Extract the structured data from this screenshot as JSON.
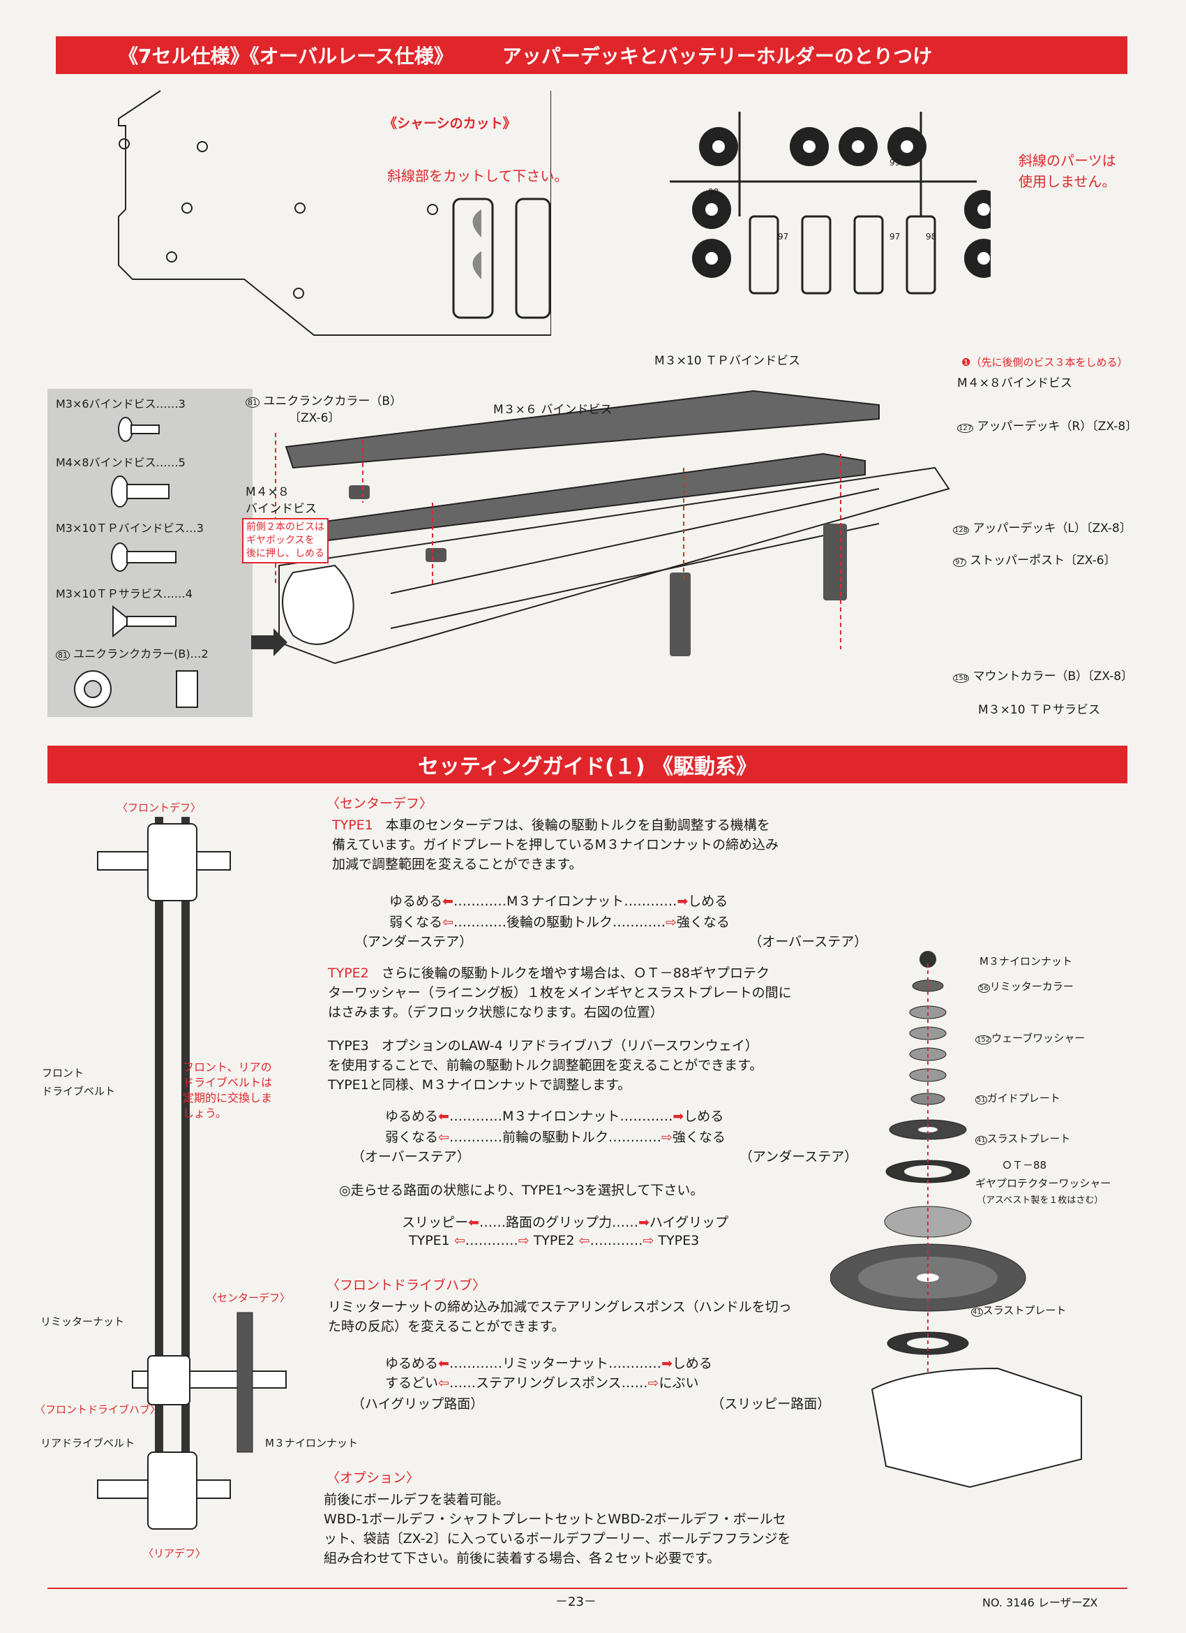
{
  "header": {
    "banner_left": "《7セル仕様》《オーバルレース仕様》",
    "banner_right": "アッパーデッキとバッテリーホルダーのとりつけ"
  },
  "chassis_cut": {
    "title": "《シャーシのカット》",
    "instruction": "斜線部をカットして下さい。"
  },
  "sprue": {
    "note_line1": "斜線のパーツは",
    "note_line2": "使用しません。",
    "labels": [
      "99",
      "98",
      "97",
      "97",
      "98"
    ]
  },
  "parts_list": [
    {
      "name": "M3×6バインドビス……3"
    },
    {
      "name": "M4×8バインドビス……5"
    },
    {
      "name": "M3×10ＴＰバインドビス…3"
    },
    {
      "name": "M3×10ＴＰサラビス……4"
    },
    {
      "name": "ユニクランクカラー(B)…2",
      "num": "81"
    }
  ],
  "assembly": {
    "label_m3x10_bind": "M３×10 ＴＰバインドビス",
    "label_warn": "（先に後側のビス３本をしめる）",
    "label_m4x8_right": "M４×８バインドビス",
    "label_unicrank": "ユニクランクカラー（B）",
    "label_unicrank_num": "81",
    "label_unicrank_code": "〔ZX-6〕",
    "label_m3x6": "M３×６ バインドビス",
    "label_m4x8_left1": "M４×８",
    "label_m4x8_left2": "バインドビス",
    "label_front_note": [
      "前側２本のビスは",
      "ギヤボックスを",
      "後に押し、しめる"
    ],
    "label_upper_r": "アッパーデッキ（R）〔ZX-8〕",
    "label_upper_r_num": "127",
    "label_upper_l": "アッパーデッキ（L）〔ZX-8〕",
    "label_upper_l_num": "128",
    "label_stopper": "ストッパーポスト〔ZX-6〕",
    "label_stopper_num": "97",
    "label_mount": "マウントカラー（B）〔ZX-8〕",
    "label_mount_num": "158",
    "label_m3x10_sara": "M３×10 ＴＰサラビス"
  },
  "setting": {
    "banner": "セッティングガイド(１) 《駆動系》",
    "diagram": {
      "front_diff": "〈フロントデフ〉",
      "front_belt1": "フロント",
      "front_belt2": "ドライブベルト",
      "belt_note": [
        "フロント、リアの",
        "ドライブベルトは",
        "定期的に交換しま",
        "しょう。"
      ],
      "center_diff": "〈センターデフ〉",
      "limiter_nut": "リミッターナット",
      "front_hub": "〈フロントドライブハブ〉",
      "rear_belt": "リアドライブベルト",
      "m3_nylon": "M３ナイロンナット",
      "rear_diff": "〈リアデフ〉"
    },
    "center_diff": {
      "heading": "〈センターデフ〉",
      "type1_label": "TYPE1",
      "type1_text": [
        "本車のセンターデフは、後輪の駆動トルクを自動調整する機構を",
        "備えています。ガイドプレートを押しているM３ナイロンナットの締め込み",
        "加減で調整範囲を変えることができます。"
      ],
      "row1": {
        "left": "ゆるめる",
        "mid": "M３ナイロンナット",
        "right": "しめる"
      },
      "row2": {
        "left": "弱くなる",
        "mid": "後輪の駆動トルク",
        "right": "強くなる"
      },
      "row3": {
        "left": "（アンダーステア）",
        "right": "（オーバーステア）"
      },
      "type2_label": "TYPE2",
      "type2_text": [
        "さらに後輪の駆動トルクを増やす場合は、ＯＴ－88ギヤプロテク",
        "ターワッシャー（ライニング板）１枚をメインギヤとスラストプレートの間に",
        "はさみます。（デフロック状態になります。右図の位置）"
      ],
      "type3_label": "TYPE3",
      "type3_text": [
        "オプションのLAW-4 リアドライブハブ（リバースワンウェイ）",
        "を使用することで、前輪の駆動トルク調整範囲を変えることができます。",
        "TYPE1と同様、M３ナイロンナットで調整します。"
      ],
      "row4": {
        "left": "ゆるめる",
        "mid": "M３ナイロンナット",
        "right": "しめる"
      },
      "row5": {
        "left": "弱くなる",
        "mid": "前輪の駆動トルク",
        "right": "強くなる"
      },
      "row6": {
        "left": "（オーバーステア）",
        "right": "（アンダーステア）"
      },
      "select": "◎走らせる路面の状態により、TYPE1～3を選択して下さい。",
      "row7": {
        "left": "スリッピー",
        "mid": "路面のグリップ力",
        "right": "ハイグリップ"
      },
      "row8": {
        "a": "TYPE1",
        "b": "TYPE2",
        "c": "TYPE3"
      }
    },
    "front_hub": {
      "heading": "〈フロントドライブハブ〉",
      "text": [
        "リミッターナットの締め込み加減でステアリングレスポンス（ハンドルを切っ",
        "た時の反応）を変えることができます。"
      ],
      "row1": {
        "left": "ゆるめる",
        "mid": "リミッターナット",
        "right": "しめる"
      },
      "row2": {
        "left": "するどい",
        "mid": "ステアリングレスポンス",
        "right": "にぶい"
      },
      "row3": {
        "left": "（ハイグリップ路面）",
        "right": "（スリッピー路面）"
      }
    },
    "option": {
      "heading": "〈オプション〉",
      "text": [
        "前後にボールデフを装着可能。",
        "WBD-1ボールデフ・シャフトプレートセットとWBD-2ボールデフ・ボールセ",
        "ット、袋詰〔ZX-2〕に入っているボールデフプーリー、ボールデフフランジを",
        "組み合わせて下さい。前後に装着する場合、各２セット必要です。"
      ]
    },
    "exploded": {
      "m3_nylon": "M３ナイロンナット",
      "limiter_collar": "リミッターカラー",
      "limiter_collar_num": "56",
      "wave_washer": "ウェーブワッシャー",
      "wave_washer_num": "152",
      "guide_plate": "ガイドプレート",
      "guide_plate_num": "51",
      "thrust1": "スラストプレート",
      "thrust1_num": "41",
      "ot88": "ＯＴ－88",
      "gear_protector": "ギヤプロテクターワッシャー",
      "asbestos": "（アスベスト製を１枚はさむ）",
      "thrust2": "スラストプレート",
      "thrust2_num": "41"
    }
  },
  "footer": {
    "page": "－23－",
    "product": "NO. 3146 レーザーZX"
  },
  "colors": {
    "accent": "#e0262b",
    "panel": "#cfcfcd",
    "paper": "#f4f3ef"
  }
}
